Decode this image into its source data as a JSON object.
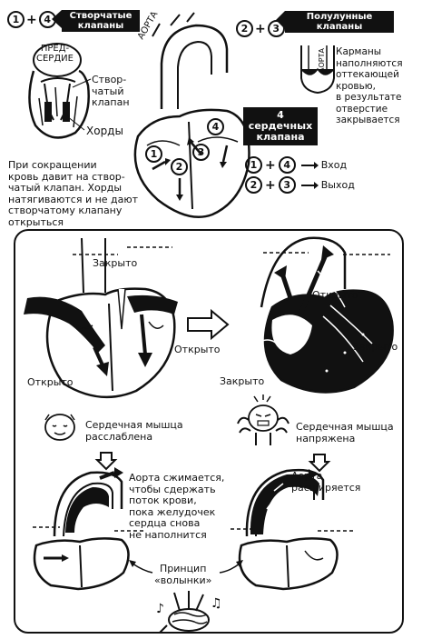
{
  "top_left": {
    "banner": "Створчатые\nклапаны",
    "num_a": "1",
    "num_b": "4",
    "atrium_label": "ПРЕД-\nСЕРДИЕ",
    "valve_label": "Створ-\nчатый\nклапан",
    "chords_label": "Хорды",
    "description": "При сокращении\nкровь давит на створ-\nчатый клапан. Хорды\nнатягиваются и не дают\nстворчатому клапану\nоткрыться"
  },
  "top_right": {
    "banner": "Полулунные\nклапаны",
    "num_a": "2",
    "num_b": "3",
    "aorta_small": "АОРТА",
    "description": "Карманы\nнаполняются\nоттекающей\nкровью,\nв результате\nотверстие\nзакрывается"
  },
  "center": {
    "aorta_label": "АОРТА",
    "valve_numbers": [
      "1",
      "2",
      "3",
      "4"
    ]
  },
  "summary": {
    "title": "4\nсердечных\nклапана",
    "inlet_a": "1",
    "inlet_b": "4",
    "inlet_label": "Вход",
    "outlet_a": "2",
    "outlet_b": "3",
    "outlet_label": "Выход"
  },
  "panel": {
    "left_closed": "Закрыто",
    "left_open_right": "Открыто",
    "left_open_left": "Открыто",
    "right_open": "Открыто",
    "right_closed_right": "Закрыто",
    "right_closed_left": "Закрыто",
    "relaxed": "Сердечная мышца\nрасслаблена",
    "tense": "Сердечная мышца\nнапряжена",
    "aorta_compress": "Аорта сжимается,\nчтобы сдержать\nпоток крови,\nпока желудочек\nсердца снова\nне наполнится",
    "aorta_expand": "Аорта\nрасширяется",
    "bagpipe": "Принцип\n«волынки»"
  }
}
